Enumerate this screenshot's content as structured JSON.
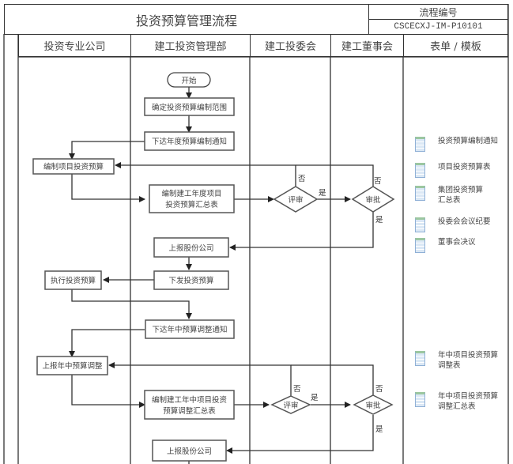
{
  "header": {
    "title": "投资预算管理流程",
    "code_label": "流程编号",
    "code_value": "CSCECXJ-IM-P10101"
  },
  "lanes": [
    {
      "label": "投资专业公司"
    },
    {
      "label": "建工投资管理部"
    },
    {
      "label": "建工投委会"
    },
    {
      "label": "建工董事会"
    },
    {
      "label": "表单 / 模板"
    }
  ],
  "nodes": {
    "start": "开始",
    "define_scope": "确定投资预算编制范围",
    "issue_annual_notice": "下达年度预算编制通知",
    "compile_project_budget": "编制项目投资预算",
    "compile_annual_summary_1": "编制建工年度项目",
    "compile_annual_summary_2": "投资预算汇总表",
    "review_1": "评审",
    "approve_1": "审批",
    "report_company_1": "上报股份公司",
    "issue_budget": "下发投资预算",
    "execute_budget": "执行投资预算",
    "issue_midyear_notice": "下达年中预算调整通知",
    "report_midyear_adjust": "上报年中预算调整",
    "compile_midyear_summary_1": "编制建工年中项目投资",
    "compile_midyear_summary_2": "预算调整汇总表",
    "review_2": "评审",
    "approve_2": "审批",
    "report_company_2": "上报股份公司"
  },
  "decision_labels": {
    "yes": "是",
    "no": "否"
  },
  "templates": [
    {
      "icon": "spreadsheet-icon",
      "lines": [
        "投资预算编制通知"
      ]
    },
    {
      "icon": "spreadsheet-icon",
      "lines": [
        "项目投资预算表"
      ]
    },
    {
      "icon": "spreadsheet-icon",
      "lines": [
        "集团投资预算",
        "汇总表"
      ]
    },
    {
      "icon": "spreadsheet-icon",
      "lines": [
        "投委会会议纪要"
      ]
    },
    {
      "icon": "spreadsheet-icon",
      "lines": [
        "董事会决议"
      ]
    },
    {
      "icon": "spreadsheet-icon",
      "lines": [
        "年中项目投资预算",
        "调整表"
      ]
    },
    {
      "icon": "spreadsheet-icon",
      "lines": [
        "年中项目投资预算",
        "调整汇总表"
      ]
    }
  ],
  "colors": {
    "line": "#333333",
    "box_border": "#555555",
    "icon_fill": "#dbe8f5",
    "icon_border": "#8fb0d6",
    "icon_header": "#9cc7a0"
  }
}
